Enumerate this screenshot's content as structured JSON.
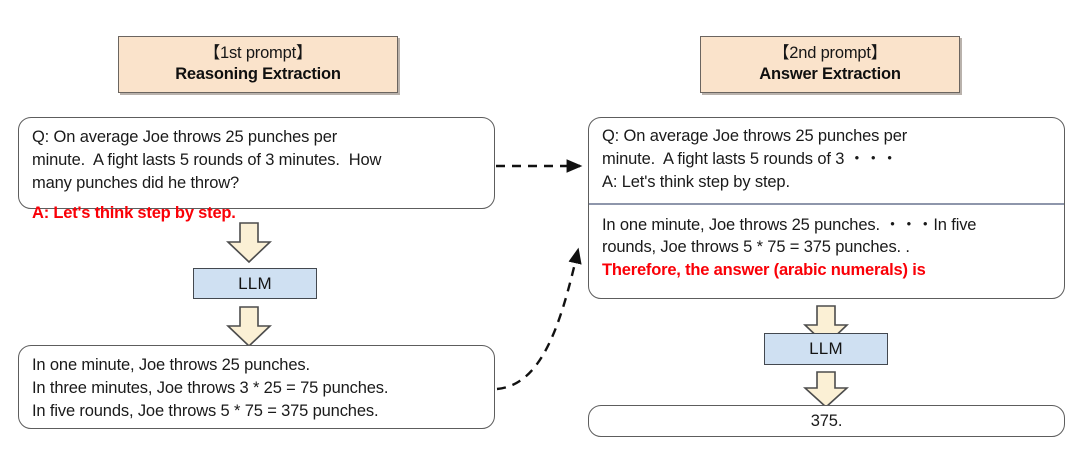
{
  "diagram": {
    "title_left_bracketed": "【1st prompt】",
    "title_left_name": "Reasoning Extraction",
    "title_right_bracketed": "【2nd prompt】",
    "title_right_name": "Answer Extraction",
    "colors": {
      "header_fill": "#fae3cb",
      "box_border": "#5d5d5d",
      "llm_fill": "#cfe0f2",
      "llm_border": "#43484f",
      "arrow_fill": "#fbf0d5",
      "arrow_border": "#4c4c4c",
      "highlight_text": "#fa0007",
      "divider": "#8e96ab"
    }
  },
  "left_column": {
    "prompt_box": {
      "question": "Q: On average Joe throws 25 punches per\nminute.  A fight lasts 5 rounds of 3 minutes.  How\nmany punches did he throw?",
      "answer_trigger": "A: Let's think step by step."
    },
    "model_label": "LLM",
    "output_box": {
      "text": "In one minute, Joe throws 25 punches.\nIn three minutes, Joe throws 3 * 25 = 75 punches.\nIn five rounds, Joe throws 5 * 75 = 375 punches."
    }
  },
  "right_column": {
    "prompt_box": {
      "segment_1": "Q: On average Joe throws 25 punches per\nminute.  A fight lasts 5 rounds of 3 ・・・\nA: Let's think step by step.",
      "segment_2_text": "In one minute, Joe throws 25 punches. ・・・In five\nrounds, Joe throws 5 * 75 = 375 punches. .",
      "segment_2_trigger": "Therefore, the answer (arabic numerals) is"
    },
    "model_label": "LLM",
    "answer_box": {
      "text": "375."
    }
  },
  "icons": {
    "down_arrow": "fat-down-arrow",
    "dashed_connector": "dashed-arrow"
  }
}
